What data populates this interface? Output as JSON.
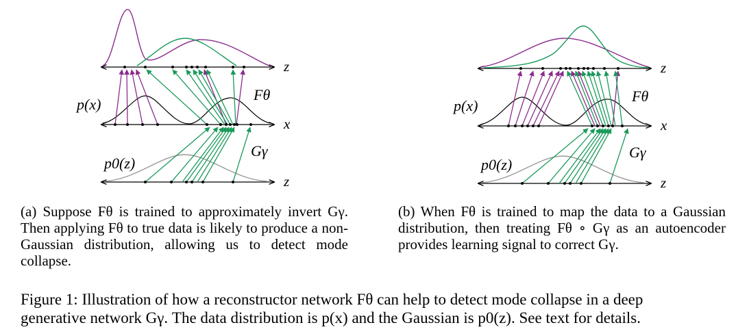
{
  "panels": [
    {
      "id": "a",
      "labels": {
        "top_axis": "z",
        "mid_axis": "x",
        "bottom_axis": "z",
        "p_x": "p(x)",
        "F": "Fθ",
        "G": "Gγ",
        "p0": "p0(z)"
      },
      "caption": "(a) Suppose Fθ is trained to approximately invert Gγ. Then applying Fθ to true data is likely to produce a non-Gaussian distribution, allowing us to detect mode collapse."
    },
    {
      "id": "b",
      "labels": {
        "top_axis": "z",
        "mid_axis": "x",
        "bottom_axis": "z",
        "p_x": "p(x)",
        "F": "Fθ",
        "G": "Gγ",
        "p0": "p0(z)"
      },
      "caption": "(b) When Fθ is trained to map the data to a Gaussian distribution, then treating Fθ ∘ Gγ as an autoencoder provides learning signal to correct Gγ."
    }
  ],
  "figure_caption": {
    "line1": "Figure 1: Illustration of how a reconstructor network Fθ can help to detect mode collapse in a deep",
    "line2": "generative network Gγ. The data distribution is p(x) and the Gaussian is p0(z). See text for details."
  },
  "colors": {
    "purple": "#8b2c8c",
    "green": "#1a9a5a",
    "gray": "#9a9a9a",
    "black": "#000000"
  }
}
